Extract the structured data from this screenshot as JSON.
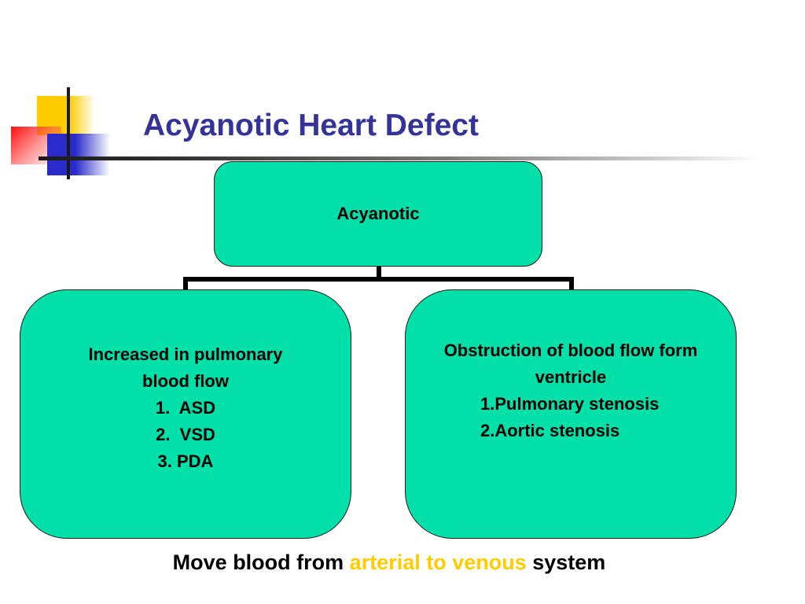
{
  "slide": {
    "title": "Acyanotic Heart Defect",
    "root": {
      "label": "Acyanotic"
    },
    "left": {
      "lines": [
        "Increased in pulmonary",
        "blood flow",
        "1.  ASD",
        "2.  VSD",
        "3. PDA"
      ]
    },
    "right": {
      "lines": [
        "Obstruction of blood flow form",
        "ventricle",
        "1.Pulmonary stenosis",
        "2.Aortic stenosis"
      ]
    },
    "footer": {
      "before": "Move blood from ",
      "highlight": "arterial to venous",
      "after": " system"
    },
    "colors": {
      "title": "#333399",
      "box_fill": "#00e0a8",
      "highlight": "#ffcc00"
    }
  }
}
